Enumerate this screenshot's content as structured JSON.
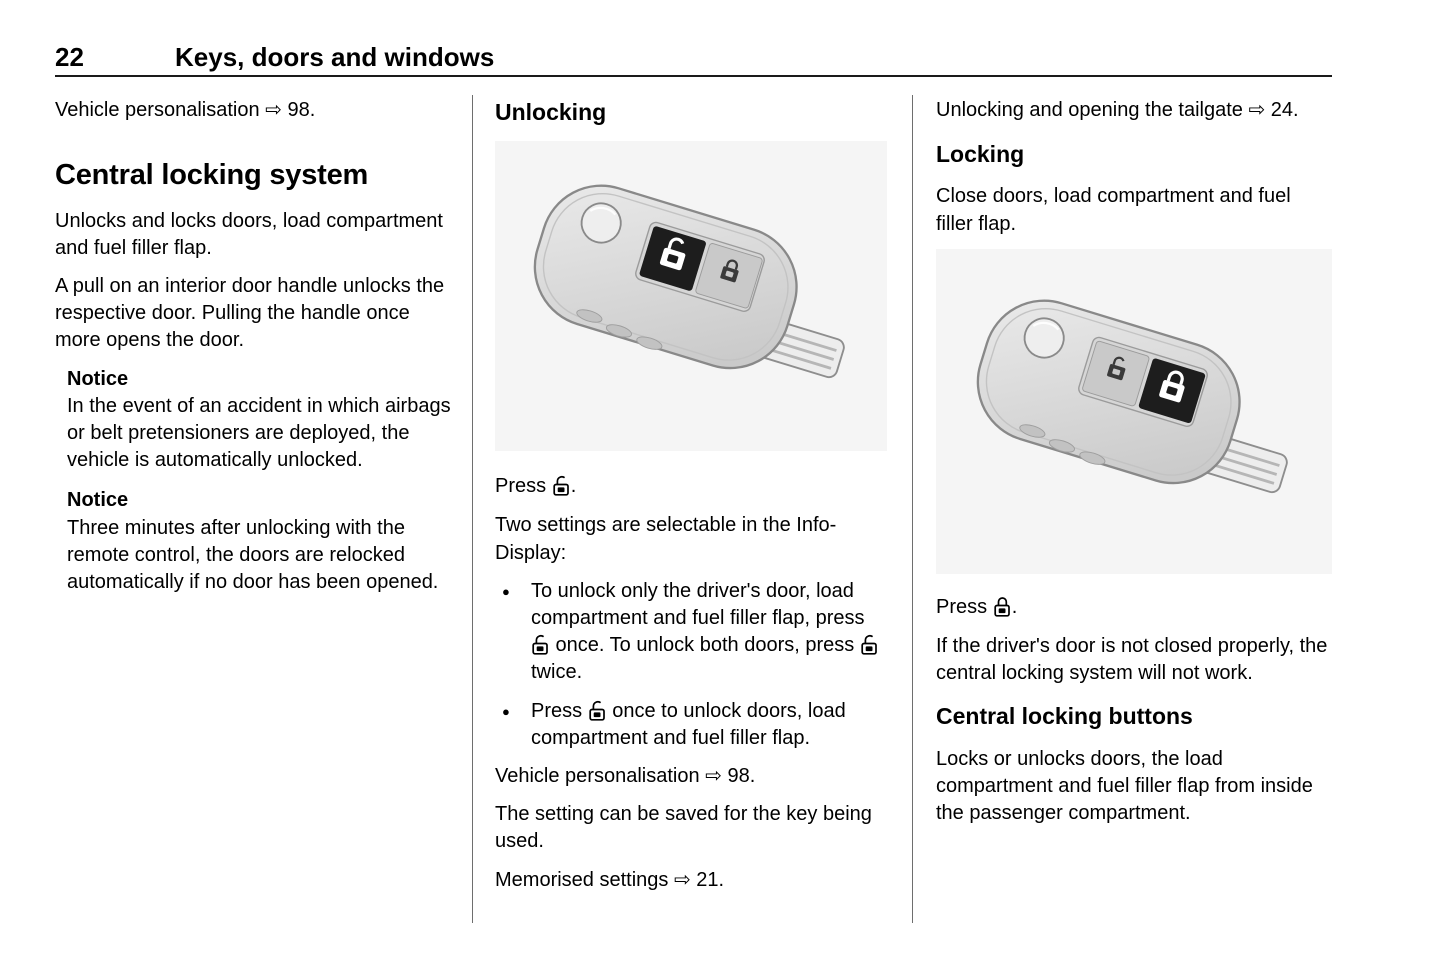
{
  "header": {
    "page_number": "22",
    "title": "Keys, doors and windows"
  },
  "glyphs": {
    "bullet": "●"
  },
  "col1": {
    "crossref_top": "Vehicle personalisation ⇨ 98.",
    "section_heading": "Central locking system",
    "para_unlocks": "Unlocks and locks doors, load compartment and fuel filler flap.",
    "para_handle": "A pull on an interior door handle unlocks the respective door. Pulling the handle once more opens the door.",
    "notice1": {
      "label": "Notice",
      "text": "In the event of an accident in which airbags or belt pretensioners are deployed, the vehicle is automatically unlocked."
    },
    "notice2": {
      "label": "Notice",
      "text": "Three minutes after unlocking with the remote control, the doors are relocked automatically if no door has been opened."
    }
  },
  "col2": {
    "heading": "Unlocking",
    "key_image_icon": "remote-key-unlock-button-highlighted",
    "press_line": [
      {
        "t": "Press "
      },
      {
        "icon": "unlock-remote-icon"
      },
      {
        "t": "."
      }
    ],
    "settings_intro": "Two settings are selectable in the Info-Display:",
    "bullets": [
      [
        {
          "t": "To unlock only the driver's door, load compartment and fuel filler flap, press "
        },
        {
          "icon": "unlock-remote-icon"
        },
        {
          "t": " once. To unlock both doors, press "
        },
        {
          "icon": "unlock-remote-icon"
        },
        {
          "t": " twice."
        }
      ],
      [
        {
          "t": "Press "
        },
        {
          "icon": "unlock-remote-icon"
        },
        {
          "t": " once to unlock doors, load compartment and fuel filler flap."
        }
      ]
    ],
    "crossref_personalisation": "Vehicle personalisation ⇨ 98.",
    "para_saved": "The setting can be saved for the key being used.",
    "crossref_memorised": "Memorised settings ⇨ 21."
  },
  "col3": {
    "crossref_tailgate": "Unlocking and opening the tailgate ⇨ 24.",
    "heading_locking": "Locking",
    "para_close": "Close doors, load compartment and fuel filler flap.",
    "key_image_icon": "remote-key-lock-button-highlighted",
    "press_line": [
      {
        "t": "Press "
      },
      {
        "icon": "lock-remote-icon"
      },
      {
        "t": "."
      }
    ],
    "para_driver_door": "If the driver's door is not closed properly, the central locking system will not work.",
    "heading_buttons": "Central locking buttons",
    "para_buttons": "Locks or unlocks doors, the load compartment and fuel filler flap from inside the passenger compartment."
  }
}
